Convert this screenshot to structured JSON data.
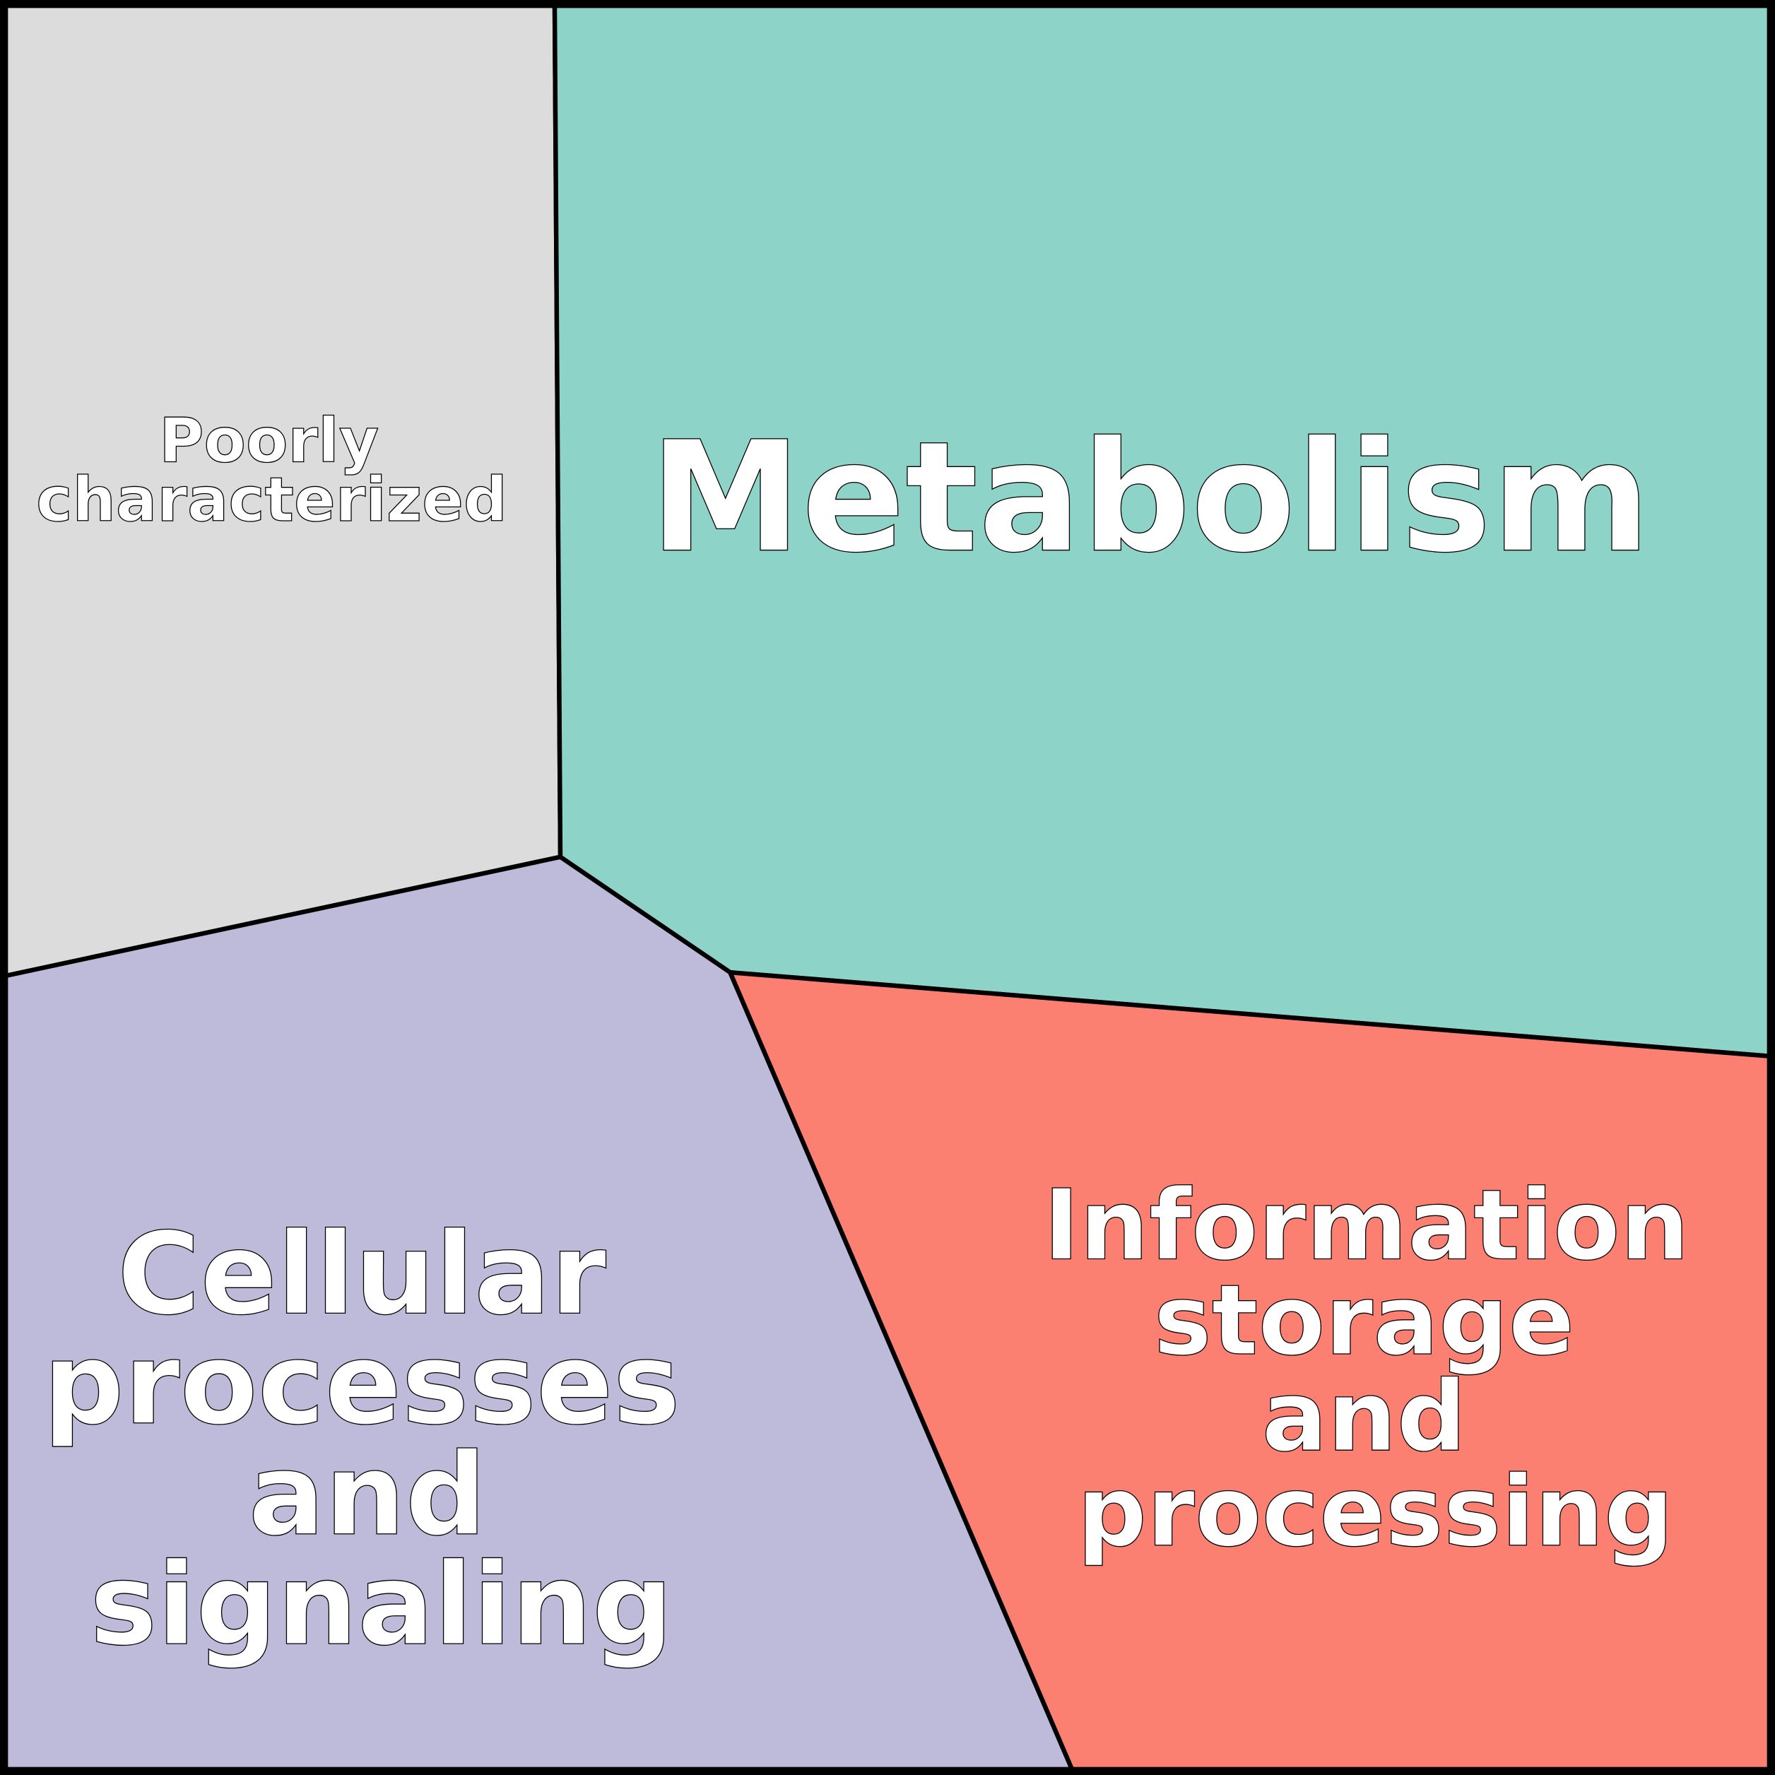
{
  "regions": [
    {
      "id": "poorly",
      "label_lines": [
        "Poorly",
        "characterized"
      ],
      "color": "#dcdcdc"
    },
    {
      "id": "metabolism",
      "label_lines": [
        "Metabolism"
      ],
      "color": "#8dd3c7"
    },
    {
      "id": "cellular",
      "label_lines": [
        "Cellular",
        "processes",
        "and",
        "signaling"
      ],
      "color": "#bebada"
    },
    {
      "id": "information",
      "label_lines": [
        "Information",
        "storage",
        "and",
        "processing"
      ],
      "color": "#fb8072"
    }
  ]
}
